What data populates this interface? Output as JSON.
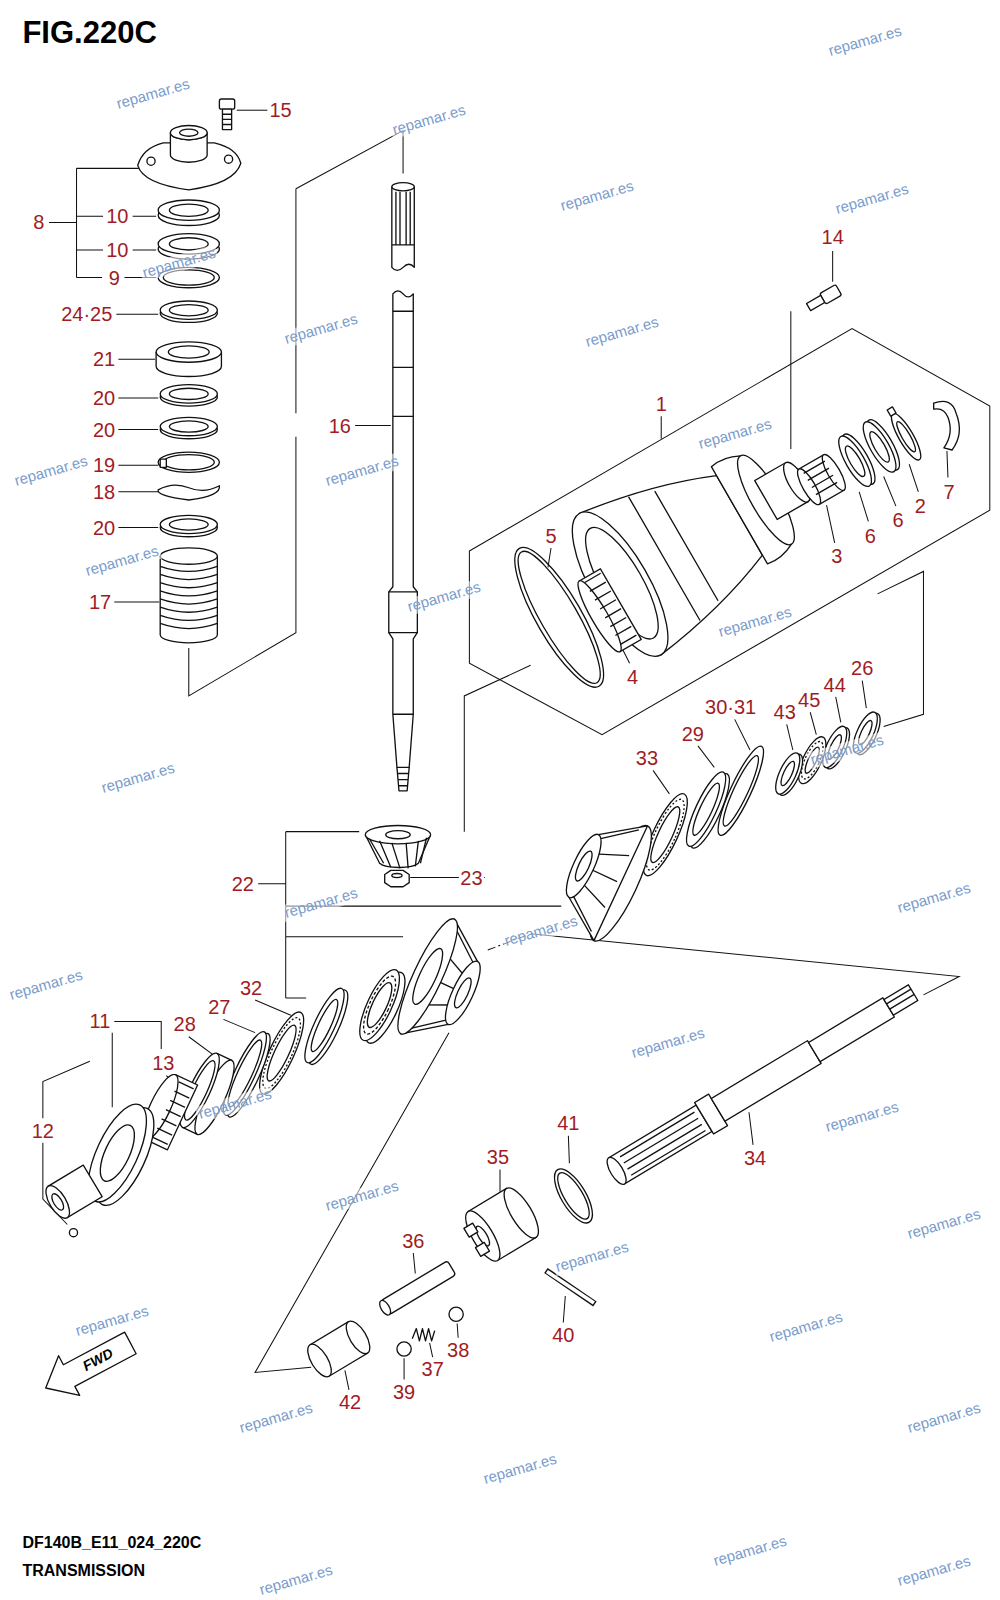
{
  "diagram": {
    "title": "FIG.220C",
    "labels": [
      "15",
      "8",
      "10",
      "10",
      "9",
      "24·25",
      "21",
      "20",
      "20",
      "19",
      "18",
      "20",
      "17",
      "16",
      "14",
      "1",
      "5",
      "4",
      "3",
      "6",
      "6",
      "2",
      "7",
      "26",
      "44",
      "45",
      "43",
      "30·31",
      "29",
      "33",
      "22",
      "23",
      "11",
      "28",
      "27",
      "32",
      "13",
      "12",
      "41",
      "35",
      "34",
      "36",
      "40",
      "38",
      "37",
      "39",
      "42",
      "DF140B_E11_024_220C",
      "TRANSMISSION",
      "FWD",
      "repamar.es",
      "repamar.es",
      "repamar.es",
      "repamar.es",
      "repamar.es",
      "repamar.es",
      "repamar.es",
      "repamar.es",
      "repamar.es",
      "repamar.es",
      "repamar.es",
      "repamar.es",
      "repamar.es",
      "repamar.es",
      "repamar.es",
      "repamar.es",
      "repamar.es",
      "repamar.es",
      "repamar.es",
      "repamar.es",
      "repamar.es",
      "repamar.es",
      "repamar.es",
      "repamar.es",
      "repamar.es",
      "repamar.es",
      "repamar.es",
      "repamar.es",
      "repamar.es",
      "repamar.es",
      "repamar.es",
      "repamar.es",
      "repamar.es",
      "repamar.es"
    ]
  }
}
